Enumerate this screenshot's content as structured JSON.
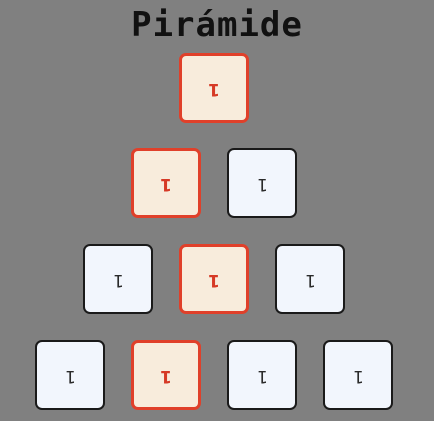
{
  "title": "Pirámide",
  "rows": [
    [
      {
        "value": "1",
        "highlighted": true
      }
    ],
    [
      {
        "value": "1",
        "highlighted": true
      },
      {
        "value": "1",
        "highlighted": false
      }
    ],
    [
      {
        "value": "1",
        "highlighted": false
      },
      {
        "value": "1",
        "highlighted": true
      },
      {
        "value": "1",
        "highlighted": false
      }
    ],
    [
      {
        "value": "1",
        "highlighted": false
      },
      {
        "value": "1",
        "highlighted": true
      },
      {
        "value": "1",
        "highlighted": false
      },
      {
        "value": "1",
        "highlighted": false
      }
    ]
  ],
  "colors": {
    "background": "#808080",
    "highlight_border": "#e0402a",
    "highlight_fill": "#f8ecdc",
    "normal_fill": "#f2f6fd",
    "normal_border": "#1a1a1a"
  }
}
